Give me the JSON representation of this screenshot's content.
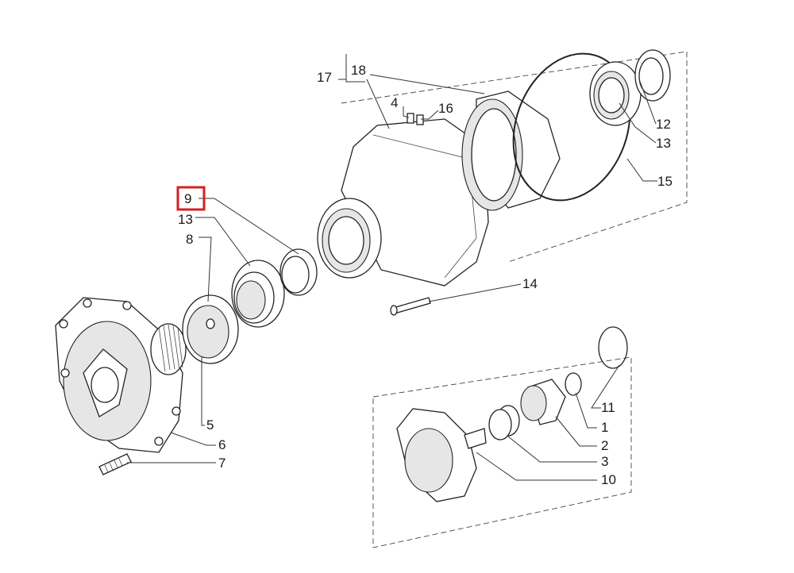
{
  "diagram": {
    "highlight_color": "#d62020",
    "highlighted_label": "9",
    "callouts": {
      "c17": "17",
      "c18": "18",
      "c4": "4",
      "c16": "16",
      "c12": "12",
      "c13a": "13",
      "c15": "15",
      "c9": "9",
      "c13b": "13",
      "c8": "8",
      "c14": "14",
      "c11": "11",
      "c1": "1",
      "c5": "5",
      "c2": "2",
      "c6": "6",
      "c3": "3",
      "c7": "7",
      "c10": "10"
    }
  }
}
